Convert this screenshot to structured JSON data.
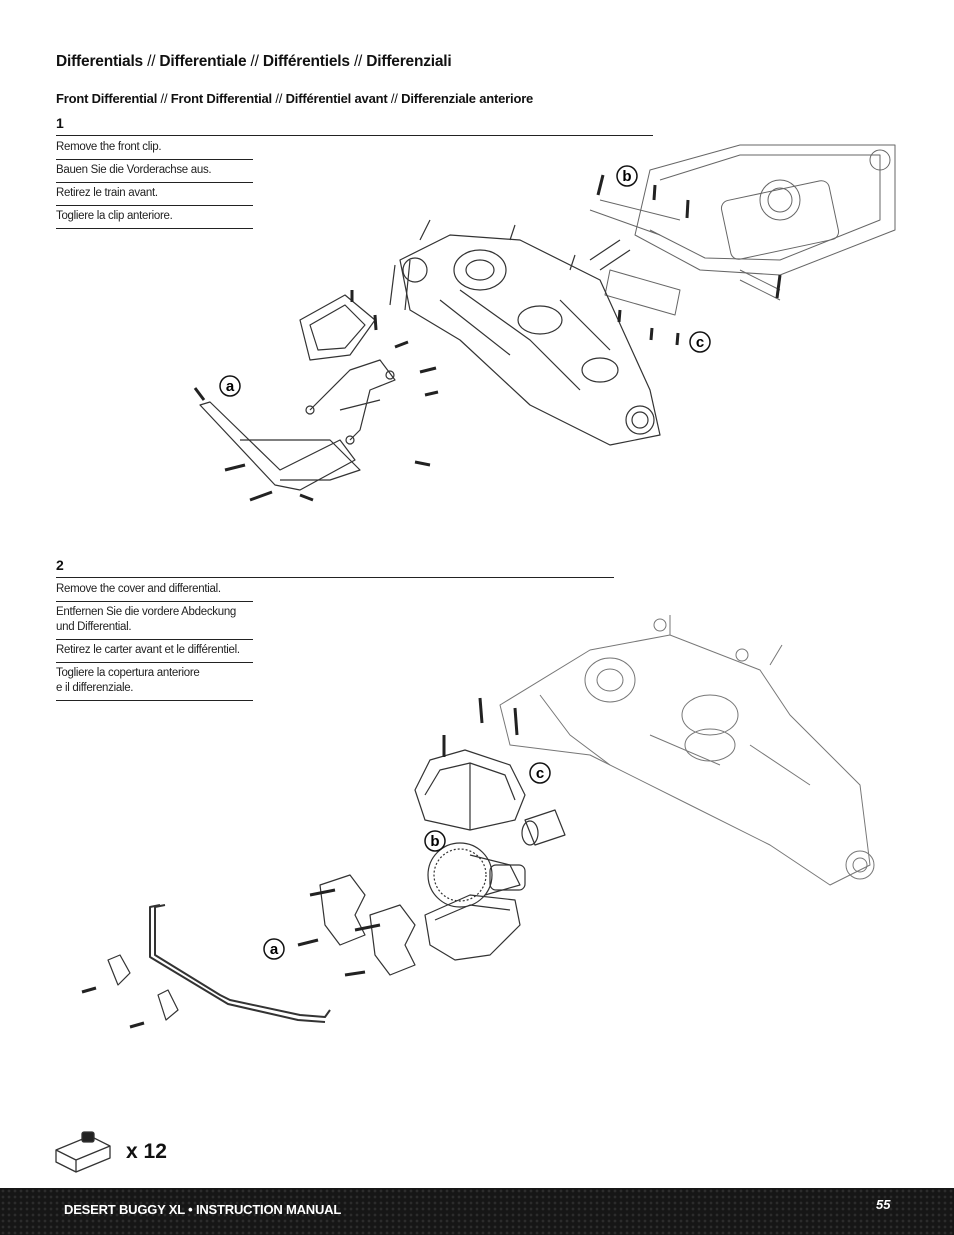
{
  "heading": {
    "part1": "Differentials",
    "part2": "Differentiale",
    "part3": "Différentiels",
    "part4": "Differenziali",
    "separator": "//"
  },
  "subheading": {
    "part1": "Front Differential",
    "part2": "Front Differential",
    "part3": "Différentiel avant",
    "part4": "Differenziale anteriore",
    "separator": "//"
  },
  "steps": [
    {
      "number": "1",
      "instructions": [
        "Remove the front clip.",
        "Bauen Sie die Vorderachse aus.",
        "Retirez le train avant.",
        "Togliere la clip anteriore."
      ],
      "callouts": [
        "a",
        "b",
        "c"
      ]
    },
    {
      "number": "2",
      "instructions": [
        "Remove the cover and differential.",
        "Entfernen Sie die vordere Abdeckung",
        "und Differential.",
        "Retirez le carter avant et le différentiel.",
        "Togliere la copertura anteriore",
        "e il differenziale."
      ],
      "callouts": [
        "a",
        "b",
        "c"
      ]
    }
  ],
  "tool_qty": "x 12",
  "footer": {
    "title": "DESERT BUGGY XL • INSTRUCTION MANUAL",
    "page": "55"
  }
}
